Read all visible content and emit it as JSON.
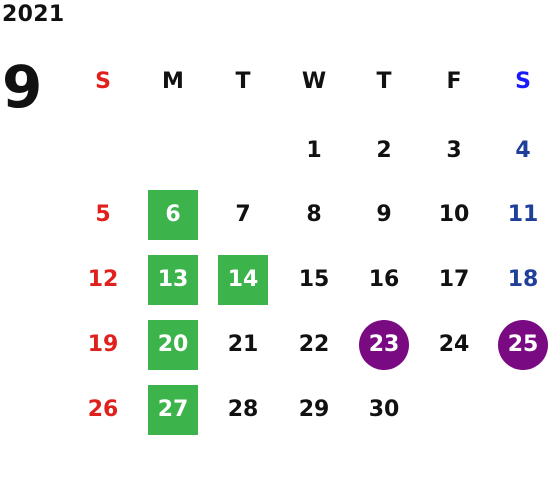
{
  "calendar": {
    "year": "2021",
    "month": "9",
    "weekdays": [
      {
        "label": "S",
        "type": "sun"
      },
      {
        "label": "M",
        "type": "normal"
      },
      {
        "label": "T",
        "type": "normal"
      },
      {
        "label": "W",
        "type": "normal"
      },
      {
        "label": "T",
        "type": "normal"
      },
      {
        "label": "F",
        "type": "normal"
      },
      {
        "label": "S",
        "type": "sat"
      }
    ],
    "weeks": [
      [
        null,
        null,
        null,
        {
          "day": "1"
        },
        {
          "day": "2"
        },
        {
          "day": "3"
        },
        {
          "day": "4",
          "type": "sat"
        }
      ],
      [
        {
          "day": "5",
          "type": "sun"
        },
        {
          "day": "6",
          "highlight": "green"
        },
        {
          "day": "7"
        },
        {
          "day": "8"
        },
        {
          "day": "9"
        },
        {
          "day": "10"
        },
        {
          "day": "11",
          "type": "sat"
        }
      ],
      [
        {
          "day": "12",
          "type": "sun"
        },
        {
          "day": "13",
          "highlight": "green"
        },
        {
          "day": "14",
          "highlight": "green"
        },
        {
          "day": "15"
        },
        {
          "day": "16"
        },
        {
          "day": "17"
        },
        {
          "day": "18",
          "type": "sat"
        }
      ],
      [
        {
          "day": "19",
          "type": "sun"
        },
        {
          "day": "20",
          "highlight": "green"
        },
        {
          "day": "21"
        },
        {
          "day": "22"
        },
        {
          "day": "23",
          "highlight": "purple-circle"
        },
        {
          "day": "24"
        },
        {
          "day": "25",
          "highlight": "purple-circle"
        }
      ],
      [
        {
          "day": "26",
          "type": "sun"
        },
        {
          "day": "27",
          "highlight": "green"
        },
        {
          "day": "28"
        },
        {
          "day": "29"
        },
        {
          "day": "30"
        },
        null,
        null
      ]
    ]
  },
  "colors": {
    "sunday_text": "#e0201c",
    "saturday_header_text": "#1a1aff",
    "saturday_text": "#1f3f9a",
    "green_highlight": "#3cb34b",
    "purple_highlight": "#7a0a82"
  }
}
